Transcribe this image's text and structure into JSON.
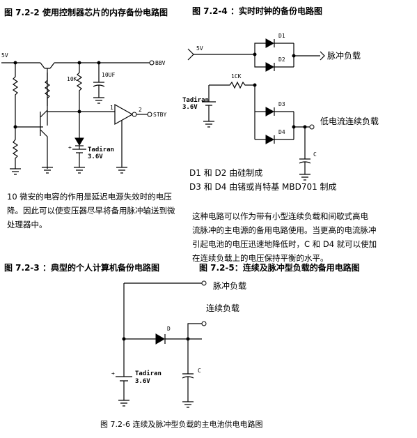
{
  "figures": {
    "fig_7_2_2": {
      "caption": "图 7.2-2      使用控制器芯片的内存备份电路图"
    },
    "fig_7_2_4": {
      "caption": "图 7.2-4  ：实时时钟的备份电路图"
    },
    "fig_7_2_3": {
      "caption": "图 7.2-3  ：典型的个人计算机备份电路图"
    },
    "fig_7_2_5": {
      "caption": "图 7.2-5：连续及脉冲型负载的备用电路图"
    },
    "fig_7_2_6": {
      "caption": "图  7.2-6  连续及脉冲型负载的主电池供电电路图"
    }
  },
  "circuit1": {
    "supply": "5V",
    "r1": "10K",
    "cap": "10UF",
    "out_bbv": "BBV",
    "out_stby": "STBY",
    "pin1": "1",
    "pin2": "2",
    "battery_name": "Tadiran",
    "battery_voltage": "3.6V"
  },
  "circuit2": {
    "supply": "5V",
    "r": "1CK",
    "d1": "D1",
    "d2": "D2",
    "d3": "D3",
    "d4": "D4",
    "battery_name": "Tadiran",
    "battery_voltage": "3.6V",
    "cap": "C",
    "load_pulse": "脉冲负载",
    "load_continuous": "低电流连续负载"
  },
  "notes": {
    "diode_line1": "D1 和 D2 由硅制成",
    "diode_line2": "D3 和 D4 由锗或肖特基 MBD701 制成",
    "left_para_1": "10 微安的电容的作用是延迟电源失效时的电压",
    "left_para_2": "降。因此可以使变压器尽早将备用脉冲输送到微",
    "left_para_3": "处理器中。",
    "right_para_1": "这种电路可以作为带有小型连续负载和间歇式高电",
    "right_para_2": "流脉冲的主电源的备用电路使用。当更高的电流脉冲",
    "right_para_3": "引起电池的电压迅速地降低时，C 和 D4 就可以使加",
    "right_para_4": "在连续负载上的电压保持平衡的水平。"
  },
  "circuit3": {
    "load_pulse": "脉冲负载",
    "load_continuous": "连续负载",
    "diode": "D",
    "cap": "C",
    "battery_name": "Tadiran",
    "battery_voltage": "3.6V"
  }
}
